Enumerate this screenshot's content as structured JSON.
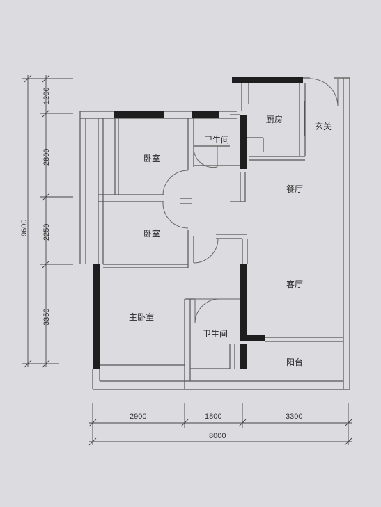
{
  "rooms": {
    "kitchen": "厨房",
    "entrance": "玄关",
    "bath_top": "卫生间",
    "bedroom_1": "卧室",
    "bedroom_2": "卧室",
    "dining": "餐厅",
    "living": "客厅",
    "master_bedroom": "主卧室",
    "bath_bottom": "卫生间",
    "balcony": "阳台"
  },
  "dimensions": {
    "vertical_total": "9600",
    "vertical_segments": [
      "1200",
      "2800",
      "2250",
      "3350"
    ],
    "horizontal_segments": [
      "2900",
      "1800",
      "3300"
    ],
    "horizontal_total": "8000"
  }
}
